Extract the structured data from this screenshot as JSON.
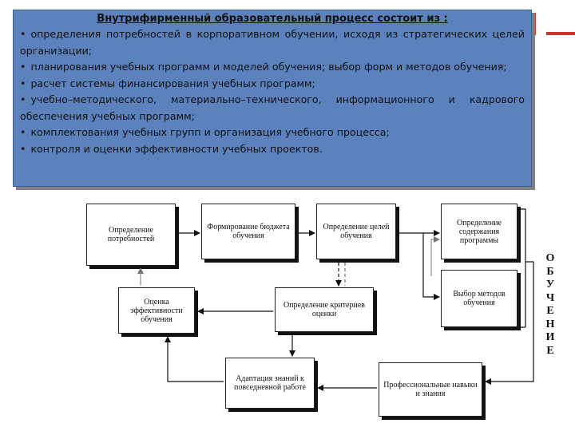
{
  "info": {
    "title": "Внутрифирменный образовательный процесс состоит из :",
    "items": [
      "определения потребностей в корпоративном обучении, исходя из стратегических целей организации;",
      "планирования учебных программ и моделей обучения; выбор форм и методов обучения;",
      "расчет системы финансирования учебных программ;",
      "учебно–методического, материально–технического, информационного и кадрового обеспечения учебных программ;",
      "комплектования учебных групп и организация учебного процесса;",
      "контроля и оценки эффективности учебных проектов."
    ],
    "bullet": "•"
  },
  "diagram": {
    "nodes": {
      "needs": "Определение потребностей",
      "budget": "Формирование бюджета обучения",
      "goals": "Определение целей обучения",
      "content": "Определение содержания программы",
      "methods": "Выбор методов обучения",
      "evaluation": "Оценка эффективности обучения",
      "criteria": "Определение критериев оценки",
      "adaptation": "Адаптация знаний к повседневной работе",
      "skills": "Профессиональные навыки и знания"
    },
    "vertical_word": [
      "О",
      "Б",
      "У",
      "Ч",
      "Е",
      "Н",
      "И",
      "Е"
    ]
  },
  "colors": {
    "box_fill": "#5b82bc",
    "accent": "#c0392b"
  }
}
